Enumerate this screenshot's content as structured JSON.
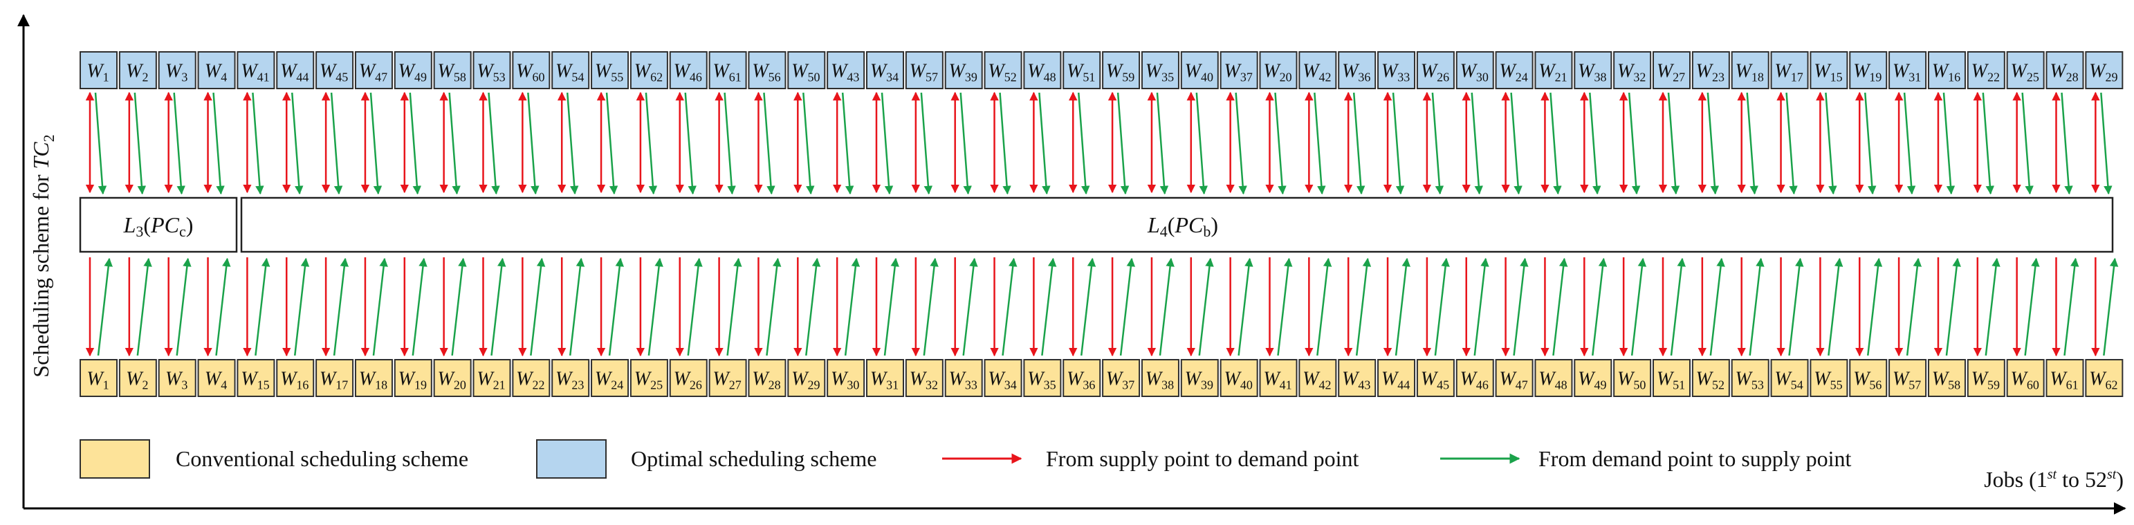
{
  "y_axis": {
    "prefix": "Scheduling scheme for ",
    "tc_main": "TC",
    "tc_sub": "2"
  },
  "x_axis": {
    "prefix": "Jobs (1",
    "sup1": "st",
    "middle": " to 52",
    "sup2": "st",
    "suffix": ")"
  },
  "job_letter": "W",
  "optimal_row": [
    1,
    2,
    3,
    4,
    41,
    44,
    45,
    47,
    49,
    58,
    53,
    60,
    54,
    55,
    62,
    46,
    61,
    56,
    50,
    43,
    34,
    57,
    39,
    52,
    48,
    51,
    59,
    35,
    40,
    37,
    20,
    42,
    36,
    33,
    26,
    30,
    24,
    21,
    38,
    32,
    27,
    23,
    18,
    17,
    15,
    19,
    31,
    16,
    22,
    25,
    28,
    29
  ],
  "conventional_row": [
    1,
    2,
    3,
    4,
    15,
    16,
    17,
    18,
    19,
    20,
    21,
    22,
    23,
    24,
    25,
    26,
    27,
    28,
    29,
    30,
    31,
    32,
    33,
    34,
    35,
    36,
    37,
    38,
    39,
    40,
    41,
    42,
    43,
    44,
    45,
    46,
    47,
    48,
    49,
    50,
    51,
    52,
    53,
    54,
    55,
    56,
    57,
    58,
    59,
    60,
    61,
    62
  ],
  "lanes": {
    "l3": {
      "main": "L",
      "num": "3",
      "pc": "PC",
      "pc_sub": "c"
    },
    "l4": {
      "main": "L",
      "num": "4",
      "pc": "PC",
      "pc_sub": "b"
    }
  },
  "legend": {
    "conventional": "Conventional scheduling scheme",
    "optimal": "Optimal scheduling scheme",
    "supply_to_demand": "From supply point to demand point",
    "demand_to_supply": "From demand point to supply point"
  },
  "colors": {
    "optimal_fill": "#b5d5ef",
    "conventional_fill": "#fde399",
    "supply_to_demand": "#e8141b",
    "demand_to_supply": "#1aa24a",
    "axis": "#000000"
  }
}
